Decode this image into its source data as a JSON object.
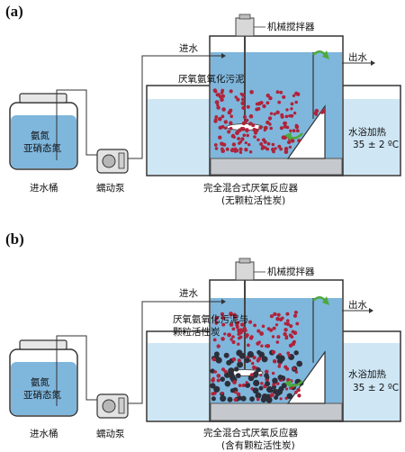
{
  "panels": [
    {
      "label": "(a)",
      "stirrer": "机械搅拌器",
      "inlet": "进水",
      "outlet": "出水",
      "sludge": "厌氧氨氧化污泥",
      "sludge_line2": "",
      "heating": "水浴加热",
      "temp": "35 ± 2 ºC",
      "tank_l1": "氨氮",
      "tank_l2": "亚硝态氮",
      "tank_name": "进水桶",
      "pump_name": "蠕动泵",
      "reactor_name": "完全混合式厌氧反应器",
      "reactor_note": "(无颗粒活性炭)"
    },
    {
      "label": "(b)",
      "stirrer": "机械搅拌器",
      "inlet": "进水",
      "outlet": "出水",
      "sludge": "厌氧氨氧化污泥与",
      "sludge_line2": "颗粒活性炭",
      "heating": "水浴加热",
      "temp": "35 ± 2 ºC",
      "tank_l1": "氨氮",
      "tank_l2": "亚硝态氮",
      "tank_name": "进水桶",
      "pump_name": "蠕动泵",
      "reactor_name": "完全混合式厌氧反应器",
      "reactor_note": "(含有颗粒活性炭)"
    }
  ],
  "colors": {
    "water_light": "#cfe6f4",
    "water_dark": "#7fb6dc",
    "sludge": "#b0233a",
    "carbon": "#2c2f3a",
    "arrow_green": "#4caa3c",
    "frame": "#333333"
  }
}
